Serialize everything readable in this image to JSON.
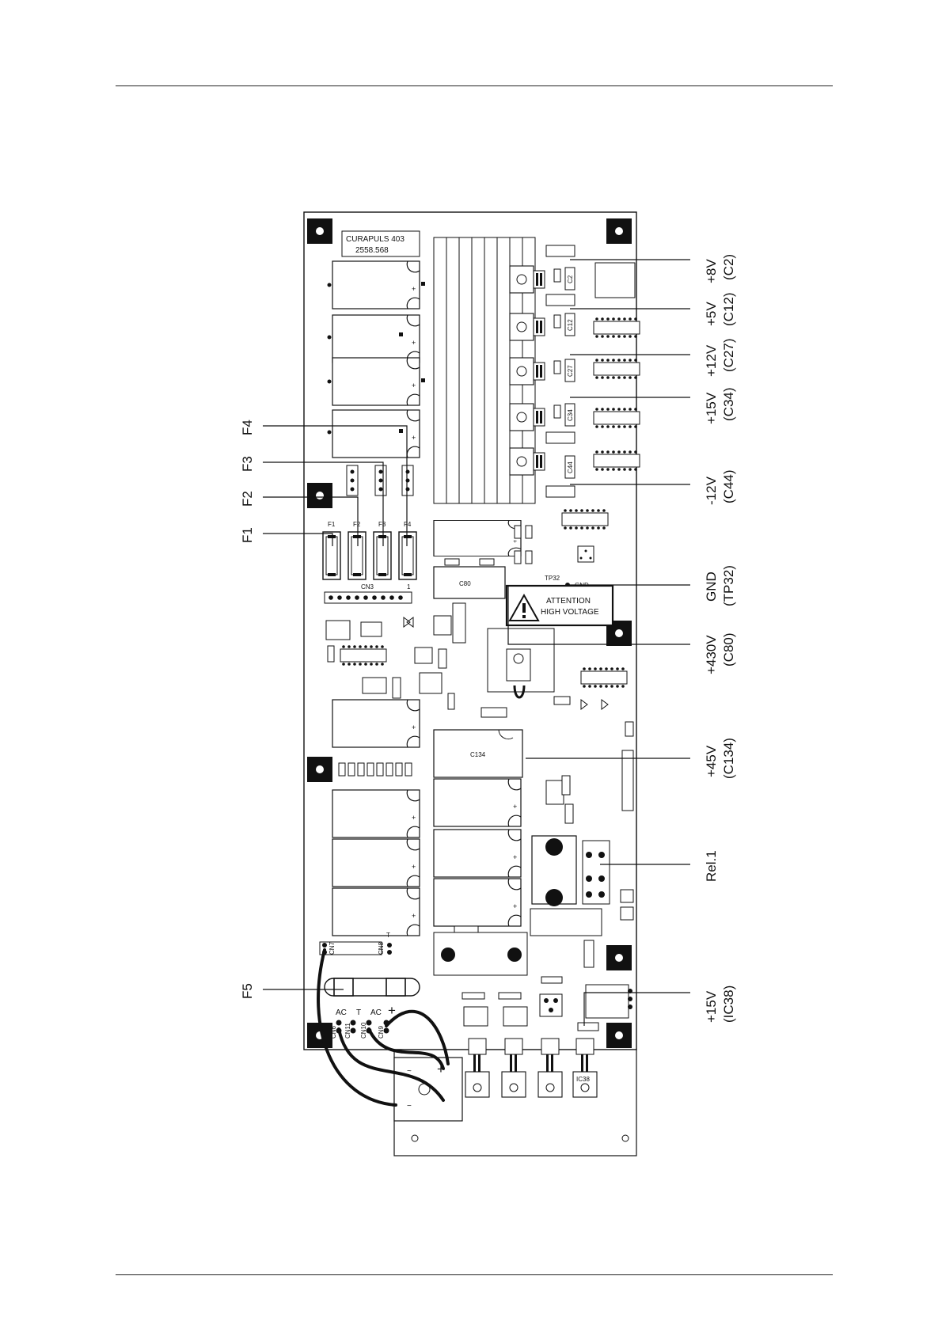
{
  "board": {
    "model": "CURAPULS 403",
    "part_number": "2558.568",
    "components": {
      "C2": "C2",
      "C12": "C12",
      "C27": "C27",
      "C34": "C34",
      "C44": "C44",
      "C80": "C80",
      "C134": "C134",
      "IC38": "IC38",
      "CN3": "CN3",
      "CN3_pin": "1",
      "TP32": "TP32",
      "GND": "GND",
      "F1": "F1",
      "F2": "F2",
      "F3": "F3",
      "F4": "F4",
      "CN7": "CN7",
      "CN8": "CN8",
      "CN8_T": "T",
      "CN9": "CN9",
      "CN11": "CN11",
      "CN10": "CN10",
      "CN6": "CN6",
      "conn_AC1": "AC",
      "conn_T": "T",
      "conn_AC2": "AC",
      "conn_plus": "+",
      "rect_tilde": "~",
      "rect_plus": "+",
      "rect_minus": "−"
    },
    "warning": {
      "line1": "ATTENTION",
      "line2": "HIGH VOLTAGE"
    }
  },
  "callouts": {
    "left": {
      "F1": "F1",
      "F2": "F2",
      "F3": "F3",
      "F4": "F4",
      "F5": "F5"
    },
    "right": {
      "p8v_a": "+8V",
      "p8v_b": "(C2)",
      "p5v_a": "+5V",
      "p5v_b": "(C12)",
      "p12v_a": "+12V",
      "p12v_b": "(C27)",
      "p15v_a": "+15V",
      "p15v_b": "(C34)",
      "m12v_a": "-12V",
      "m12v_b": "(C44)",
      "gnd_a": "GND",
      "gnd_b": "(TP32)",
      "p430v_a": "+430V",
      "p430v_b": "(C80)",
      "p45v_a": "+45V",
      "p45v_b": "(C134)",
      "rel_a": "Rel.1",
      "p15vic_a": "+15V",
      "p15vic_b": "(IC38)"
    }
  }
}
